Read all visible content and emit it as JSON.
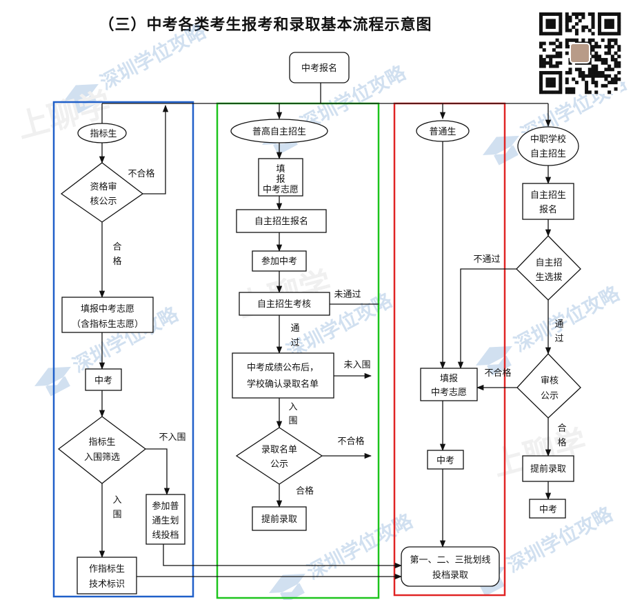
{
  "title": "（三）中考各类考生报考和录取基本流程示意图",
  "colors": {
    "blue": "#1f5fc9",
    "green": "#1cc41c",
    "red": "#e02424",
    "watermark": "#5b8fc8"
  },
  "watermark": {
    "brand": "深圳学位攻略",
    "sub": "上聊学"
  },
  "nodes": {
    "start": "中考报名",
    "zbs": "指标生",
    "zgsh": [
      "资格审",
      "核公示"
    ],
    "bhg1": "不合格",
    "hg1": [
      "合",
      "格"
    ],
    "zyzb": [
      "填报中考志愿",
      "（含指标生志愿）"
    ],
    "zk1": "中考",
    "zbsx": [
      "指标生",
      "入围筛选"
    ],
    "brw": "不入围",
    "rw1": [
      "入",
      "围"
    ],
    "cjpt": [
      "参加普",
      "通生划",
      "线投档"
    ],
    "zbsb": [
      "作指标生",
      "技术标识"
    ],
    "pgzz": "普高自主招生",
    "tbzy": [
      "填",
      "报",
      "中考志愿"
    ],
    "zzbm": "自主招生报名",
    "cjzk": "参加中考",
    "zzkh": "自主招生考核",
    "wtg": "未通过",
    "tg1": [
      "通",
      "过"
    ],
    "cjgb": [
      "中考成绩公布后，",
      "学校确认录取名单"
    ],
    "wrw": "未入围",
    "rw2": [
      "入",
      "围"
    ],
    "lqgs": [
      "录取名单",
      "公示"
    ],
    "bhg2": "不合格",
    "hg2": "合格",
    "tqlq1": "提前录取",
    "ptsh": "普通生",
    "tbzy2": [
      "填报",
      "中考志愿"
    ],
    "zk2": "中考",
    "final": [
      "第一、二、三批划线",
      "投档录取"
    ],
    "zzxx": [
      "中职学校",
      "自主招生"
    ],
    "zzbm2": [
      "自主招生",
      "报名"
    ],
    "zzxb": [
      "自主招",
      "生选拔"
    ],
    "btg": "不通过",
    "tg2": [
      "通",
      "过"
    ],
    "shgs": [
      "审核",
      "公示"
    ],
    "bhg3": "不合格",
    "hg3": [
      "合",
      "格"
    ],
    "tqlq2": "提前录取",
    "zk3": "中考"
  }
}
